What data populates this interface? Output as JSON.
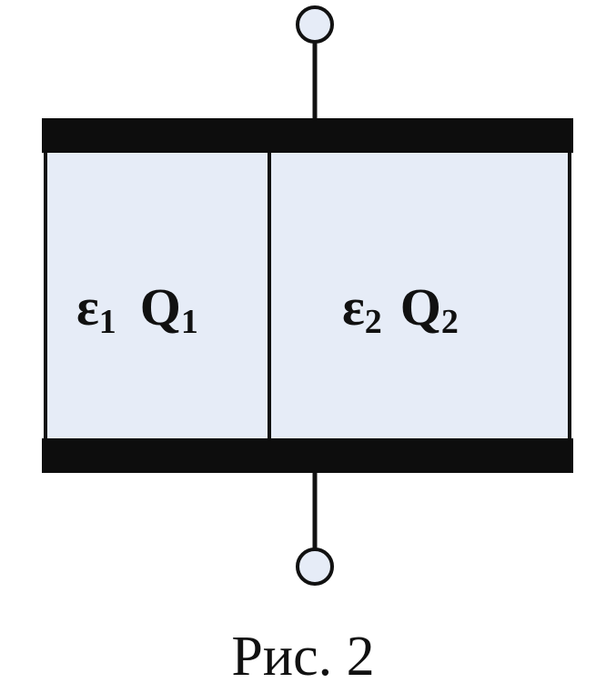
{
  "diagram": {
    "regions": [
      {
        "symbol": "ε",
        "index": "1",
        "charge_symbol": "Q",
        "charge_index": "1"
      },
      {
        "symbol": "ε",
        "index": "2",
        "charge_symbol": "Q",
        "charge_index": "2"
      }
    ],
    "caption": "Рис. 2"
  },
  "colors": {
    "plate": "#0d0d0d",
    "dielectric_fill": "#e6ecf7",
    "terminal_fill": "#e6ecf7",
    "line": "#111111"
  }
}
